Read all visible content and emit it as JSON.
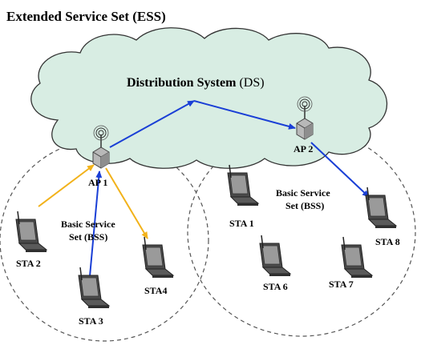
{
  "title": "Extended Service Set (ESS)",
  "ds": {
    "label_bold": "Distribution System ",
    "label_abbr": "(DS)"
  },
  "access_points": [
    {
      "label": "AP 1"
    },
    {
      "label": "AP 2"
    }
  ],
  "bss": [
    {
      "label_line1": "Basic Service",
      "label_line2": "Set (BSS)"
    },
    {
      "label_line1": "Basic Service",
      "label_line2": "Set (BSS)"
    }
  ],
  "stations": [
    {
      "label": "STA 1"
    },
    {
      "label": "STA 2"
    },
    {
      "label": "STA 3"
    },
    {
      "label": "STA4"
    },
    {
      "label": "STA 6"
    },
    {
      "label": "STA 7"
    },
    {
      "label": "STA 8"
    }
  ],
  "colors": {
    "cloud_fill": "#d8ede3",
    "ds_arrow": "#1a3fd6",
    "bss_arrow": "#f2b21a",
    "device_dark": "#3a3a3a"
  }
}
